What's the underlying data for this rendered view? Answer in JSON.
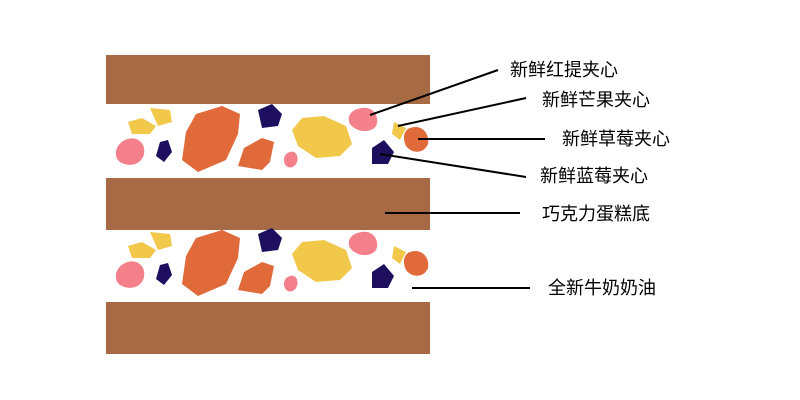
{
  "labels": {
    "raspberry": "新鲜红提夹心",
    "mango": "新鲜芒果夹心",
    "strawberry": "新鲜草莓夹心",
    "blueberry": "新鲜蓝莓夹心",
    "cake_base": "巧克力蛋糕底",
    "cream": "全新牛奶奶油"
  },
  "colors": {
    "cake": "#A66B45",
    "cream": "#FFFFFF",
    "raspberry": "#F3808A",
    "mango": "#F2C84B",
    "strawberry": "#E06A3A",
    "blueberry": "#1E0E5E",
    "line": "#000000"
  }
}
